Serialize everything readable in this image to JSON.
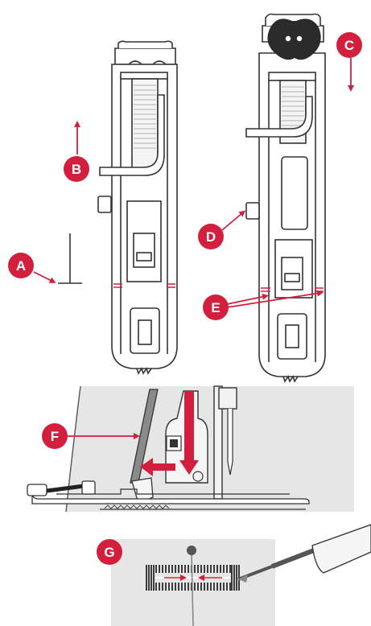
{
  "labels": {
    "a": "A",
    "b": "B",
    "c": "C",
    "d": "D",
    "e": "E",
    "f": "F",
    "g": "G"
  },
  "colors": {
    "accent": "#d31f3e",
    "line": "#333333",
    "panel": "#e6e6e6",
    "metal": "#f2f2f2"
  }
}
